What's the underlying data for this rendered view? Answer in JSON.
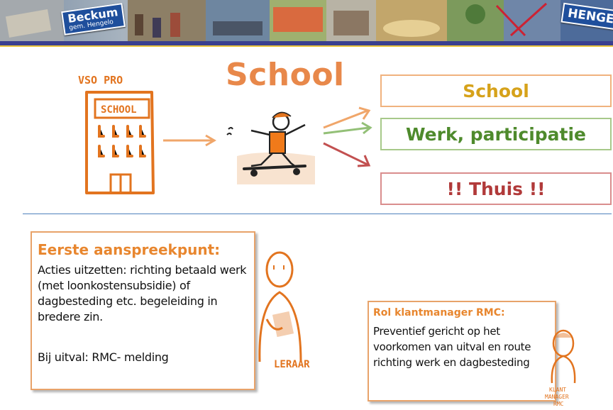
{
  "banner": {
    "sign_left_main": "Beckum",
    "sign_left_sub": "gem. Hengelo",
    "sign_right": "HENGEL"
  },
  "building": {
    "top_label": "VSO PRO",
    "sign_label": "SCHOOL"
  },
  "main_title": "School",
  "routes": [
    {
      "label": "School",
      "color": "#d6a21a"
    },
    {
      "label": "Werk, participatie",
      "color": "#4e8a2c"
    },
    {
      "label": "!! Thuis !!",
      "color": "#b13a3a"
    }
  ],
  "callout_left": {
    "title": "Eerste aanspreekpunt:",
    "body": "Acties uitzetten:  richting betaald werk (met loonkostensubsidie) of dagbesteding etc. begeleiding in bredere zin.",
    "note": "Bij uitval: RMC- melding"
  },
  "teacher_label": "LERAAR",
  "callout_right": {
    "title": "Rol klantmanager RMC:",
    "body": "Preventief gericht op het voorkomen van uitval en route richting werk en dagbesteding"
  },
  "manager_label": [
    "KLANT",
    "MANAGER",
    "RMC"
  ],
  "colors": {
    "accent_orange": "#e8884a",
    "divider_blue": "#4e81bd",
    "banner_navy": "#3a3f8f"
  }
}
